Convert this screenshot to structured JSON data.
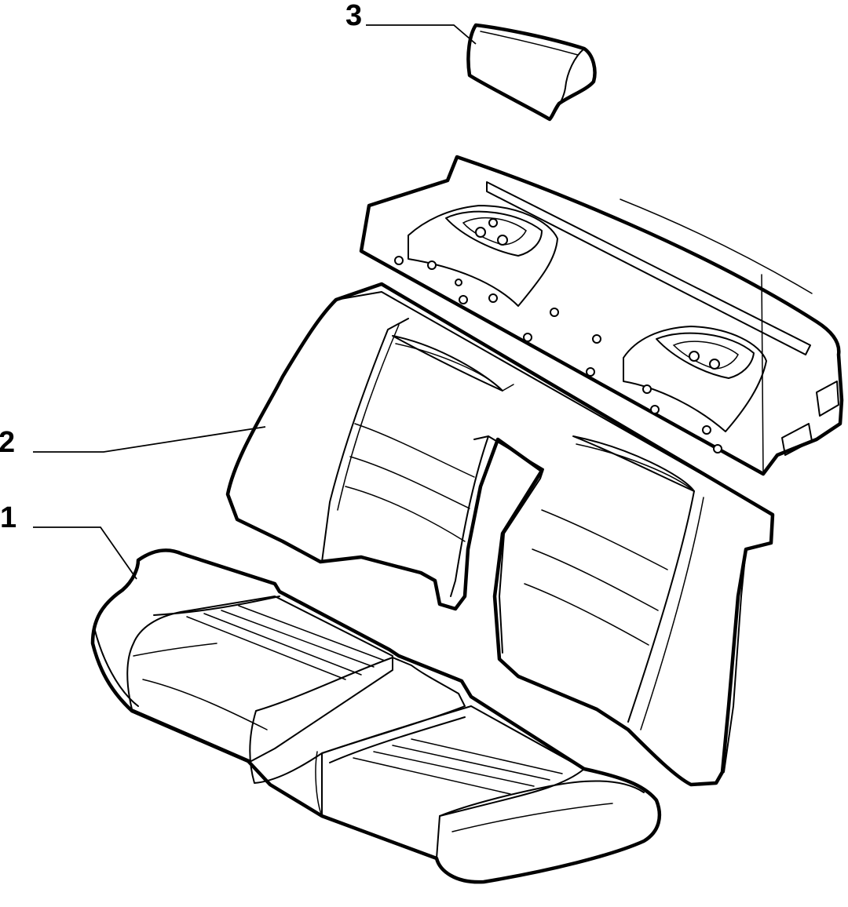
{
  "diagram": {
    "callouts": [
      {
        "label": "1",
        "part": "rear-seat-cushion"
      },
      {
        "label": "2",
        "part": "rear-seat-backrest"
      },
      {
        "label": "3",
        "part": "headrest"
      }
    ]
  },
  "colors": {
    "line": "#000000",
    "background": "#ffffff"
  }
}
